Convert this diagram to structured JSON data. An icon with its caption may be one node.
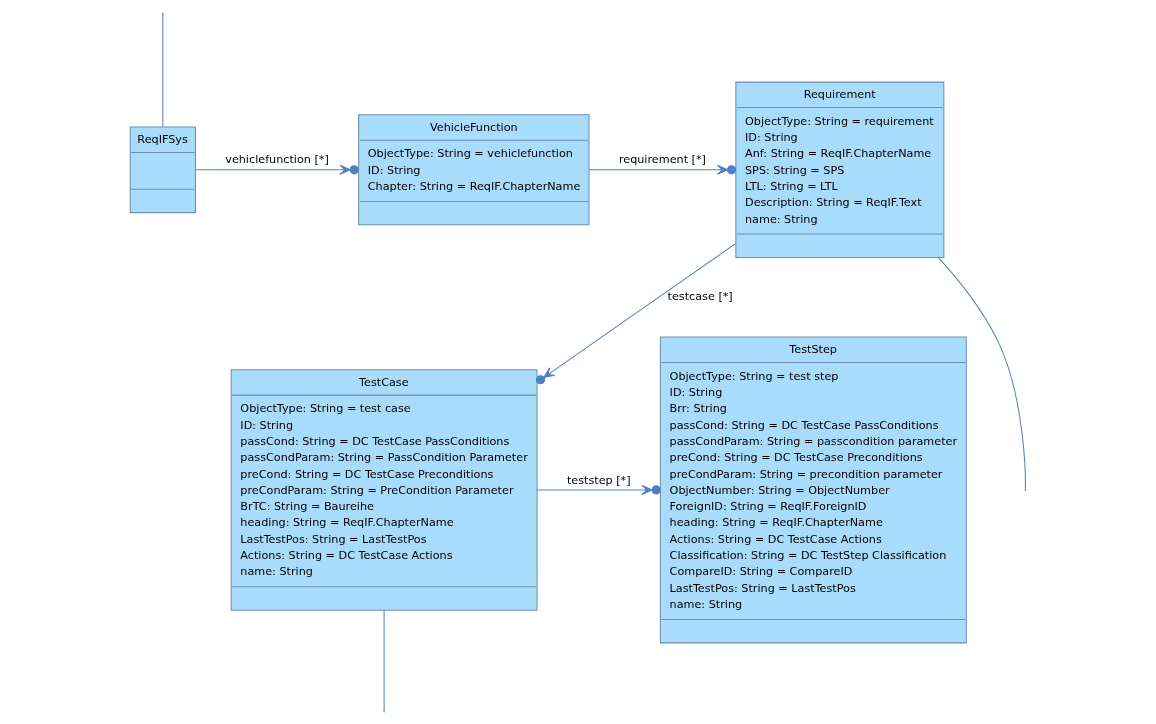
{
  "diagram": {
    "nodes": [
      {
        "text": [
          "ReqIFSys"
        ]
      },
      {
        "text": [
          "VehicleFunction",
          "ObjectType: String = vehiclefunction",
          "ID: String",
          "Chapter: String = ReqIF.ChapterName"
        ]
      },
      {
        "text": [
          "Requirement",
          "ObjectType: String = requirement",
          "ID: String",
          "Anf: String = ReqIF.ChapterName",
          "SPS: String = SPS",
          "LTL: String = LTL",
          "Description: String = ReqIF.Text",
          "name: String"
        ]
      },
      {
        "text": [
          "TestStep",
          "ObjectType: String = test step",
          "ID: String",
          "Brr: String",
          "passCond: String = DC TestCase PassConditions",
          "passCondParam: String = passcondition parameter",
          "preCond: String = DC TestCase Preconditions",
          "preCondParam: String = precondition parameter",
          "ObjectNumber: String = ObjectNumber",
          "ForeignID: String = ReqIF.ForeignID",
          "heading: String = ReqIF.ChapterName",
          "Actions: String = DC TestCase Actions",
          "Classification: String = DC TestStep Classification",
          "CompareID: String = CompareID",
          "LastTestPos: String = LastTestPos",
          "name: String"
        ]
      },
      {
        "text": [
          "TestCase",
          "ObjectType: String = test case",
          "ID: String",
          "passCond: String = DC TestCase PassConditions",
          "passCondParam: String = PassCondition Parameter",
          "preCond: String = DC TestCase Preconditions",
          "preCondParam: String = PreCondition Parameter",
          "BrTC: String = Baureihe",
          "heading: String = ReqIF.ChapterName",
          "LastTestPos: String = LastTestPos",
          "Actions: String = DC TestCase Actions",
          "name: String"
        ]
      }
    ],
    "edges": [
      {
        "from": null,
        "to": 0,
        "arrow": "none"
      },
      {
        "from": 0,
        "to": 1,
        "arrow": "to",
        "label": "vehiclefunction [*]"
      },
      {
        "from": 1,
        "to": 2,
        "arrow": "to",
        "label": "requirement [*]"
      },
      {
        "from": 2,
        "to": null,
        "arrow": "none"
      },
      {
        "from": 2,
        "to": 4,
        "arrow": "to",
        "label": "testcase [*]"
      },
      {
        "from": 4,
        "to": 3,
        "arrow": "to",
        "label": "teststep [*]"
      },
      {
        "from": 4,
        "to": null,
        "arrow": "none"
      }
    ]
  }
}
